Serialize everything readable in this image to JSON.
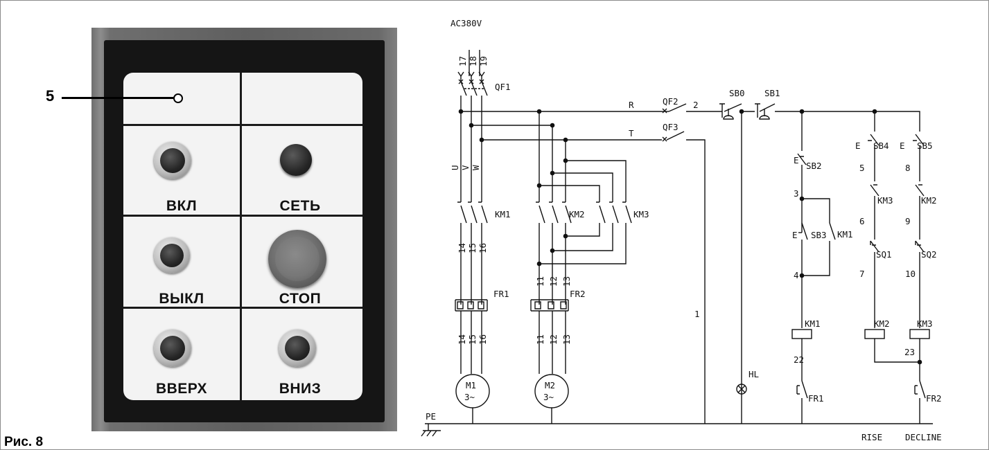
{
  "panel": {
    "callout_number": "5",
    "buttons": [
      {
        "label": "ВКЛ"
      },
      {
        "label": "СЕТЬ"
      },
      {
        "label": "ВЫКЛ"
      },
      {
        "label": "СТОП"
      },
      {
        "label": "ВВЕРХ"
      },
      {
        "label": "ВНИЗ"
      }
    ]
  },
  "caption": "Рис. 8",
  "schematic": {
    "supply_label": "AC380V",
    "phase_numbers": [
      "17",
      "18",
      "19"
    ],
    "phase_letters": [
      "U",
      "V",
      "W"
    ],
    "main_breaker": "QF1",
    "line_R": "R",
    "line_T": "T",
    "breaker_2": "QF2",
    "breaker_3": "QF3",
    "wire_2": "2",
    "wire_1": "1",
    "stop_main": "SB0",
    "stop_1": "SB1",
    "contactors": [
      "KM1",
      "KM2",
      "KM3"
    ],
    "motor1_wires_top": [
      "14",
      "15",
      "16"
    ],
    "motor1_wires_bottom": [
      "14",
      "15",
      "16"
    ],
    "motor2_wires_top": [
      "11",
      "12",
      "13"
    ],
    "motor2_wires_bottom": [
      "11",
      "12",
      "13"
    ],
    "overloads": [
      "FR1",
      "FR2"
    ],
    "motor1": {
      "name": "M1",
      "type": "3~"
    },
    "motor2": {
      "name": "M2",
      "type": "3~"
    },
    "ground": "PE",
    "control": {
      "sb2": "SB2",
      "sb3": "SB3",
      "sb4": "SB4",
      "sb5": "SB5",
      "sq1": "SQ1",
      "sq2": "SQ2",
      "km1_aux": "KM1",
      "km3_interlock": "KM3",
      "km2_interlock": "KM2",
      "coil1": "KM1",
      "coil2": "KM2",
      "coil3": "KM3",
      "fr1": "FR1",
      "fr2": "FR2",
      "node_3": "3",
      "node_4": "4",
      "node_5": "5",
      "node_6": "6",
      "node_7": "7",
      "node_8": "8",
      "node_9": "9",
      "node_10": "10",
      "node_22": "22",
      "node_23": "23",
      "lamp": "HL",
      "e_mark": "E"
    },
    "rise_label": "RISE",
    "decline_label": "DECLINE"
  }
}
